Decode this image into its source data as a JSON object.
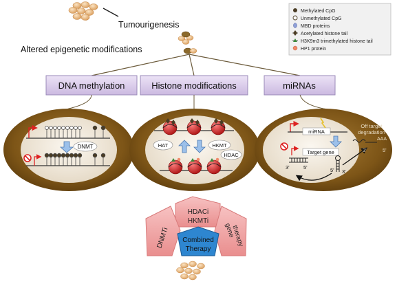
{
  "title": "Tumourigenesis",
  "subtitle": "Altered epigenetic modifications",
  "legend": {
    "items": [
      {
        "label": "Methylated CpG",
        "icon": "filled-circle-icon"
      },
      {
        "label": "Unmethylated CpG",
        "icon": "open-circle-icon"
      },
      {
        "label": "MBD proteins",
        "icon": "mbd-protein-icon"
      },
      {
        "label": "Acetylated histone tail",
        "icon": "acetylated-tail-icon"
      },
      {
        "label": "H3K9m3 trimethylated histone tail",
        "icon": "trimethylated-tail-icon"
      },
      {
        "label": "HP1 protein",
        "icon": "hp1-protein-icon"
      }
    ]
  },
  "categories": [
    {
      "label": "DNA methylation"
    },
    {
      "label": "Histone modifications"
    },
    {
      "label": "miRNAs"
    }
  ],
  "dna_panel": {
    "enzyme": "DNMT"
  },
  "histone_panel": {
    "hat": "HAT",
    "hkmt": "HKMT",
    "hdac": "HDAC"
  },
  "mirna_panel": {
    "mirna_label": "miRNA",
    "target_gene": "Target gene",
    "off_target": [
      "Off target",
      "degradation"
    ],
    "poly_a": "AAA",
    "primes": {
      "three": "3'",
      "five": "5'"
    }
  },
  "therapy": {
    "top": [
      "HDACi",
      "HKMTi"
    ],
    "left": "DNMTi",
    "right": [
      "gene",
      "therapy"
    ],
    "center": [
      "Combined",
      "Therapy"
    ]
  },
  "colors": {
    "banner": "#ddd0ec",
    "banner_border": "#9a8ab8",
    "oval_outer": "#8a6220",
    "oval_inner": "#efe6d6",
    "pink": "#f2a6a6",
    "blue": "#2e86d0",
    "legend_bg": "#f1f1f1"
  }
}
